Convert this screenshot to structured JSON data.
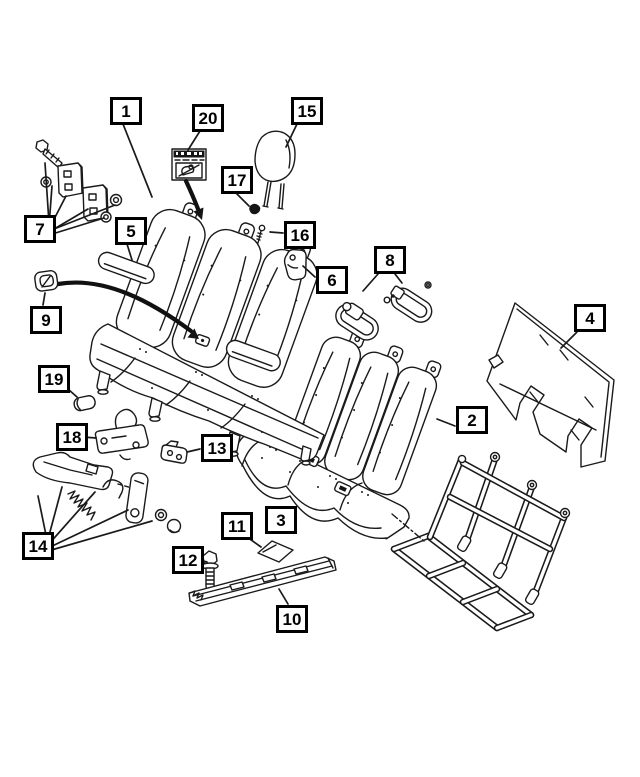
{
  "figure": {
    "type": "exploded-parts-diagram",
    "subject": "vehicle bench seat assembly line drawing",
    "background_color": "#ffffff",
    "line_color": "#1a1a1a",
    "warning_sticker_icon": "child-seat-warning-pictogram",
    "callouts": [
      {
        "id": 1,
        "label": "1"
      },
      {
        "id": 2,
        "label": "2"
      },
      {
        "id": 3,
        "label": "3"
      },
      {
        "id": 4,
        "label": "4"
      },
      {
        "id": 5,
        "label": "5"
      },
      {
        "id": 6,
        "label": "6"
      },
      {
        "id": 7,
        "label": "7"
      },
      {
        "id": 8,
        "label": "8"
      },
      {
        "id": 9,
        "label": "9"
      },
      {
        "id": 10,
        "label": "10"
      },
      {
        "id": 11,
        "label": "11"
      },
      {
        "id": 12,
        "label": "12"
      },
      {
        "id": 13,
        "label": "13"
      },
      {
        "id": 14,
        "label": "14"
      },
      {
        "id": 15,
        "label": "15"
      },
      {
        "id": 16,
        "label": "16"
      },
      {
        "id": 17,
        "label": "17"
      },
      {
        "id": 18,
        "label": "18"
      },
      {
        "id": 19,
        "label": "19"
      },
      {
        "id": 20,
        "label": "20"
      }
    ]
  }
}
